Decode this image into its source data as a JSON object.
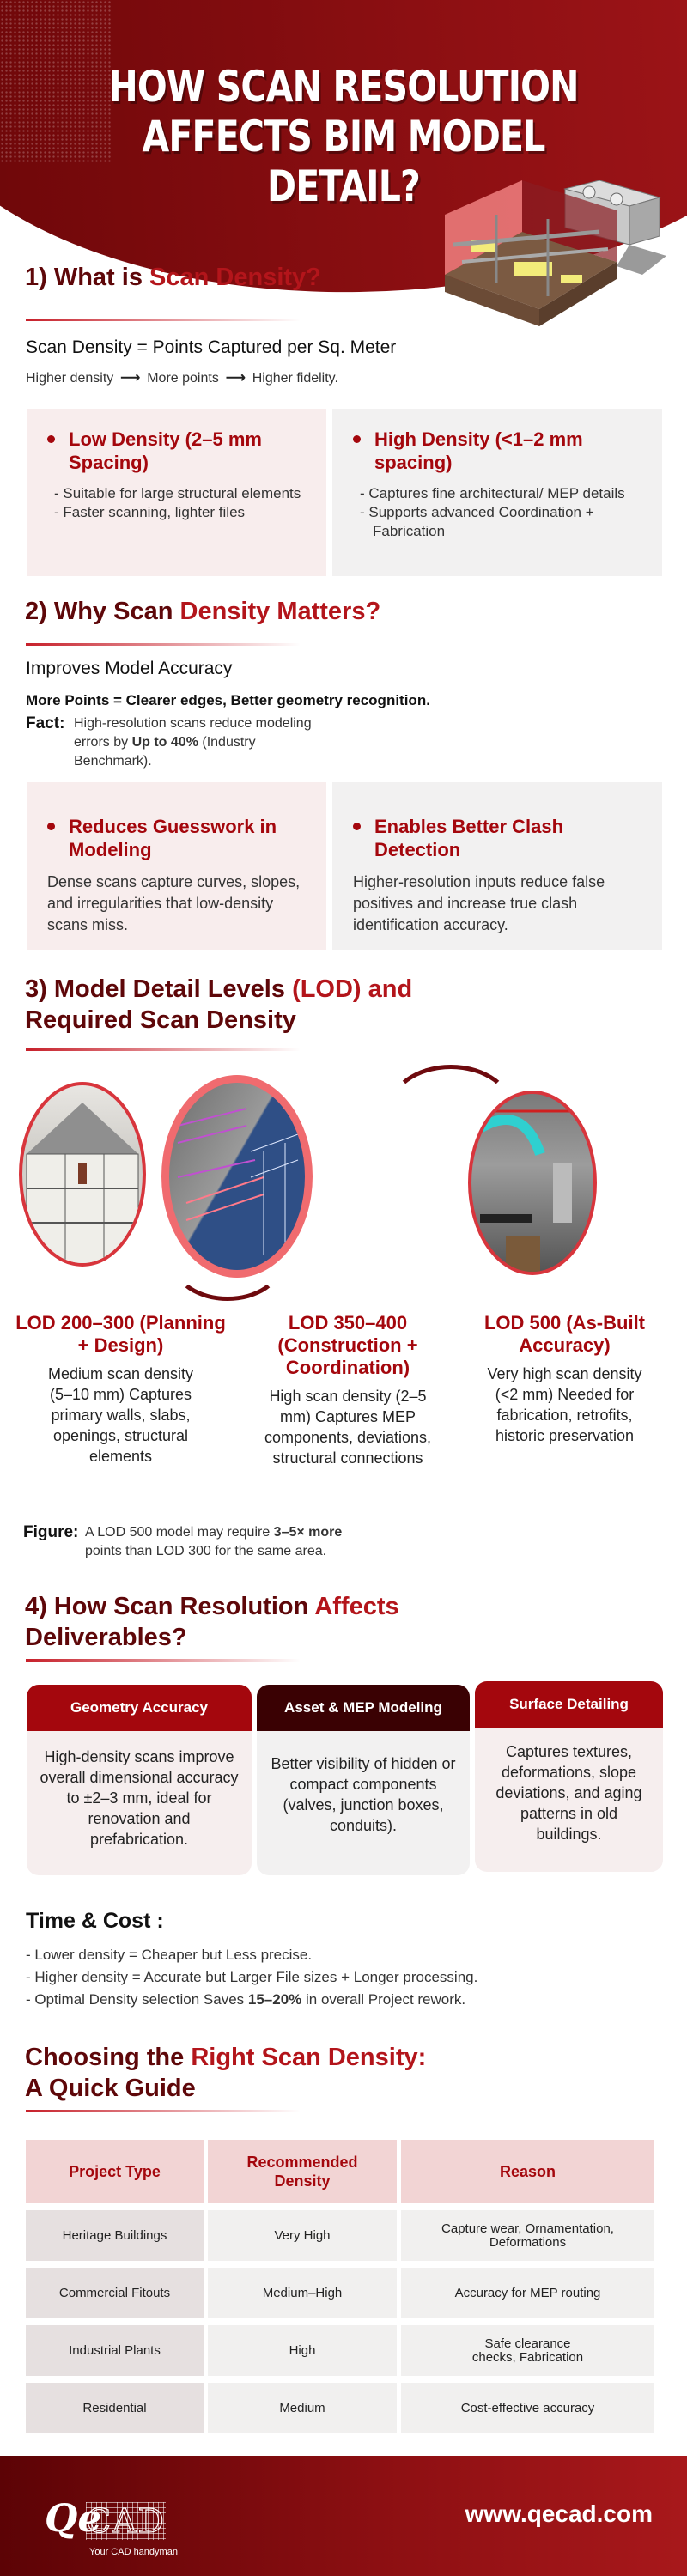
{
  "hero": {
    "title_line1": "HOW SCAN RESOLUTION",
    "title_line2": "AFFECTS BIM MODEL DETAIL?",
    "image": "isometric-mep-plant-room-model"
  },
  "section1": {
    "title_prefix": "1) What is",
    "title_accent": "Scan Density?",
    "definition": "Scan Density = Points Captured per Sq. Meter",
    "flow": [
      "Higher density",
      "More points",
      "Higher fidelity."
    ],
    "cards": [
      {
        "title": "Low Density (2–5 mm Spacing)",
        "items": [
          "- Suitable for large structural elements",
          "- Faster scanning, lighter files"
        ]
      },
      {
        "title": "High Density (<1–2 mm spacing)",
        "items": [
          "- Captures fine architectural/ MEP details",
          "- Supports advanced Coordination + Fabrication"
        ]
      }
    ]
  },
  "section2": {
    "title_prefix": "2) Why Scan",
    "title_accent": "Density Matters?",
    "lead": "Improves Model Accuracy",
    "bold_line": "More Points = Clearer edges, Better geometry recognition.",
    "fact_label": "Fact:",
    "fact_text_1": "High-resolution scans reduce modeling errors by ",
    "fact_bold": "Up to 40%",
    "fact_text_2": " (Industry Benchmark).",
    "cards": [
      {
        "title": "Reduces Guesswork in Modeling",
        "body": "Dense scans capture curves, slopes, and irregularities that low-density scans miss."
      },
      {
        "title": "Enables Better Clash Detection",
        "body": "Higher-resolution inputs reduce false positives and increase true clash identification accuracy."
      }
    ]
  },
  "section3": {
    "title_line1_prefix": "3) Model Detail Levels",
    "title_line1_accent": "(LOD) and",
    "title_line2": "Required Scan Density",
    "images": [
      "heritage-building-point-cloud",
      "steel-structure-wireframe",
      "mep-interior-model"
    ],
    "lods": [
      {
        "title": "LOD 200–300 (Planning + Design)",
        "desc": "Medium scan density (5–10 mm) Captures primary walls, slabs, openings, structural elements"
      },
      {
        "title": "LOD 350–400 (Construction + Coordination)",
        "desc": "High scan density (2–5 mm) Captures MEP components, deviations, structural connections"
      },
      {
        "title": "LOD 500 (As-Built Accuracy)",
        "desc": "Very high scan density (<2 mm) Needed for fabrication, retrofits, historic preservation"
      }
    ],
    "figure_label": "Figure:",
    "figure_text_1": "A LOD 500 model may require ",
    "figure_bold": "3–5× more",
    "figure_text_2": " points than LOD 300 for the same area."
  },
  "section4": {
    "title_prefix": "4) How Scan Resolution",
    "title_accent": "Affects",
    "title_line2": "Deliverables?",
    "cards": [
      {
        "head": "Geometry Accuracy",
        "body": "High-density scans improve overall dimensional accuracy to ±2–3 mm, ideal for renovation and prefabrication."
      },
      {
        "head": "Asset & MEP Modeling",
        "body": "Better visibility of hidden or compact components (valves, junction boxes, conduits)."
      },
      {
        "head": "Surface Detailing",
        "body": "Captures textures, deformations, slope deviations, and aging patterns in old buildings."
      }
    ],
    "time_cost_title": "Time & Cost :",
    "time_cost": [
      "- Lower density = Cheaper but Less precise.",
      "- Higher density = Accurate but Larger File sizes + Longer processing."
    ],
    "time_cost_last_1": "- Optimal Density selection Saves ",
    "time_cost_last_bold": "15–20%",
    "time_cost_last_2": " in overall Project rework."
  },
  "guide": {
    "title_prefix": "Choosing the",
    "title_accent": "Right Scan Density:",
    "title_line2": "A Quick Guide",
    "columns": [
      "Project Type",
      "Recommended Density",
      "Reason"
    ],
    "rows": [
      [
        "Heritage Buildings",
        "Very High",
        "Capture wear, Ornamentation, Deformations"
      ],
      [
        "Commercial Fitouts",
        "Medium–High",
        "Accuracy for MEP routing"
      ],
      [
        "Industrial Plants",
        "High",
        "Safe clearance checks, Fabrication"
      ],
      [
        "Residential",
        "Medium",
        "Cost-effective accuracy"
      ]
    ]
  },
  "footer": {
    "logo_q": "Qe",
    "logo_cad": "CAD",
    "tagline": "Your CAD handyman",
    "website": "www.qecad.com"
  },
  "colors": {
    "brand_dark": "#5e0709",
    "brand_red": "#a4070d",
    "accent": "#b3151b",
    "card_pink": "#f8eded",
    "card_grey": "#f2f1f1",
    "table_head": "#f2d4d4"
  }
}
